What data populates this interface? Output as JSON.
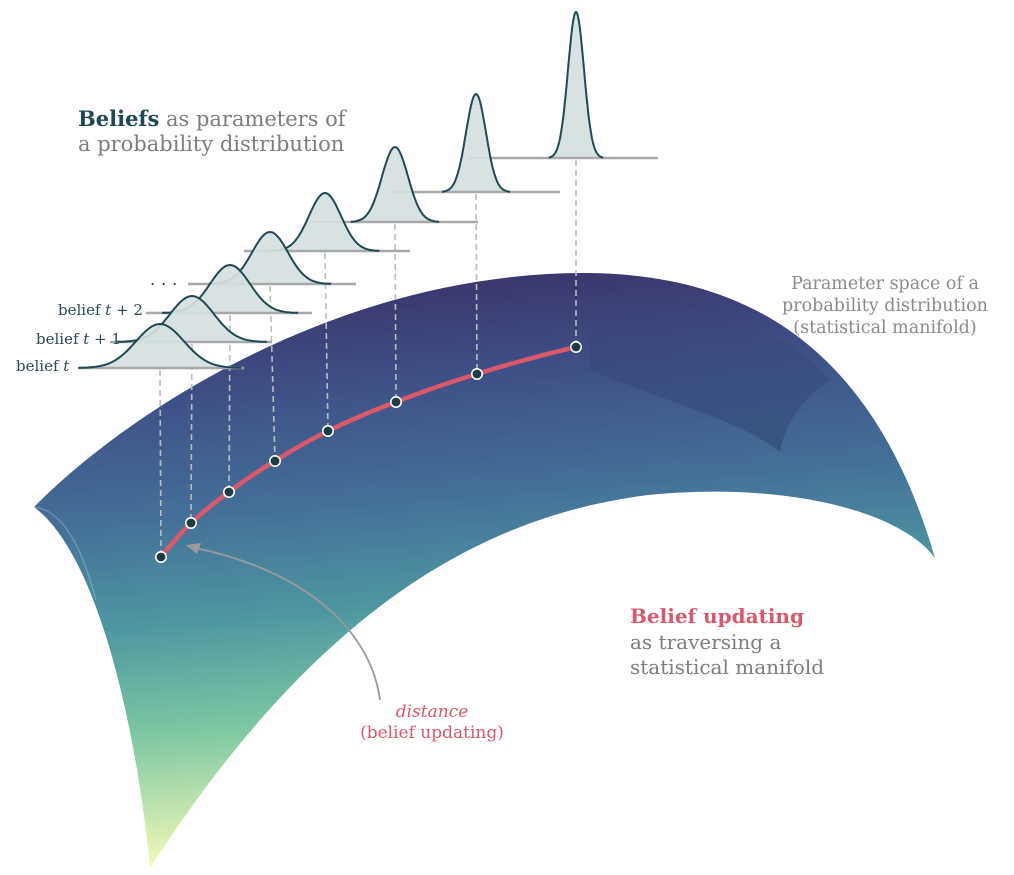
{
  "header": {
    "beliefs_emph": "Beliefs",
    "beliefs_rest": " as parameters of",
    "beliefs_line2": "a probability distribution"
  },
  "manifold": {
    "line1": "Parameter space of a",
    "line2": "probability distribution",
    "line3": "(statistical manifold)"
  },
  "updating": {
    "emph": "Belief updating",
    "line2": "as traversing a",
    "line3": "statistical manifold"
  },
  "distance": {
    "word": "distance",
    "paren": "(belief updating)"
  },
  "belief_labels": {
    "t": {
      "prefix": "belief ",
      "var": "t",
      "suffix": ""
    },
    "t1": {
      "prefix": "belief ",
      "var": "t",
      "suffix": " + 1"
    },
    "t2": {
      "prefix": "belief ",
      "var": "t",
      "suffix": " + 2"
    }
  },
  "ellipsis": "...",
  "colors": {
    "manifold_top": "#3b2f66",
    "manifold_mid": "#3f6f93",
    "manifold_teal": "#4f9aa0",
    "manifold_green": "#7ec9a0",
    "manifold_yellow": "#eef7b0",
    "path": "#d9586a",
    "curve_stroke": "#1f4a55",
    "curve_fill": "#d5dfe0",
    "baseline": "#a8a8a8",
    "dashed": "#bdbdbd",
    "node_fill": "#1d3c44"
  }
}
